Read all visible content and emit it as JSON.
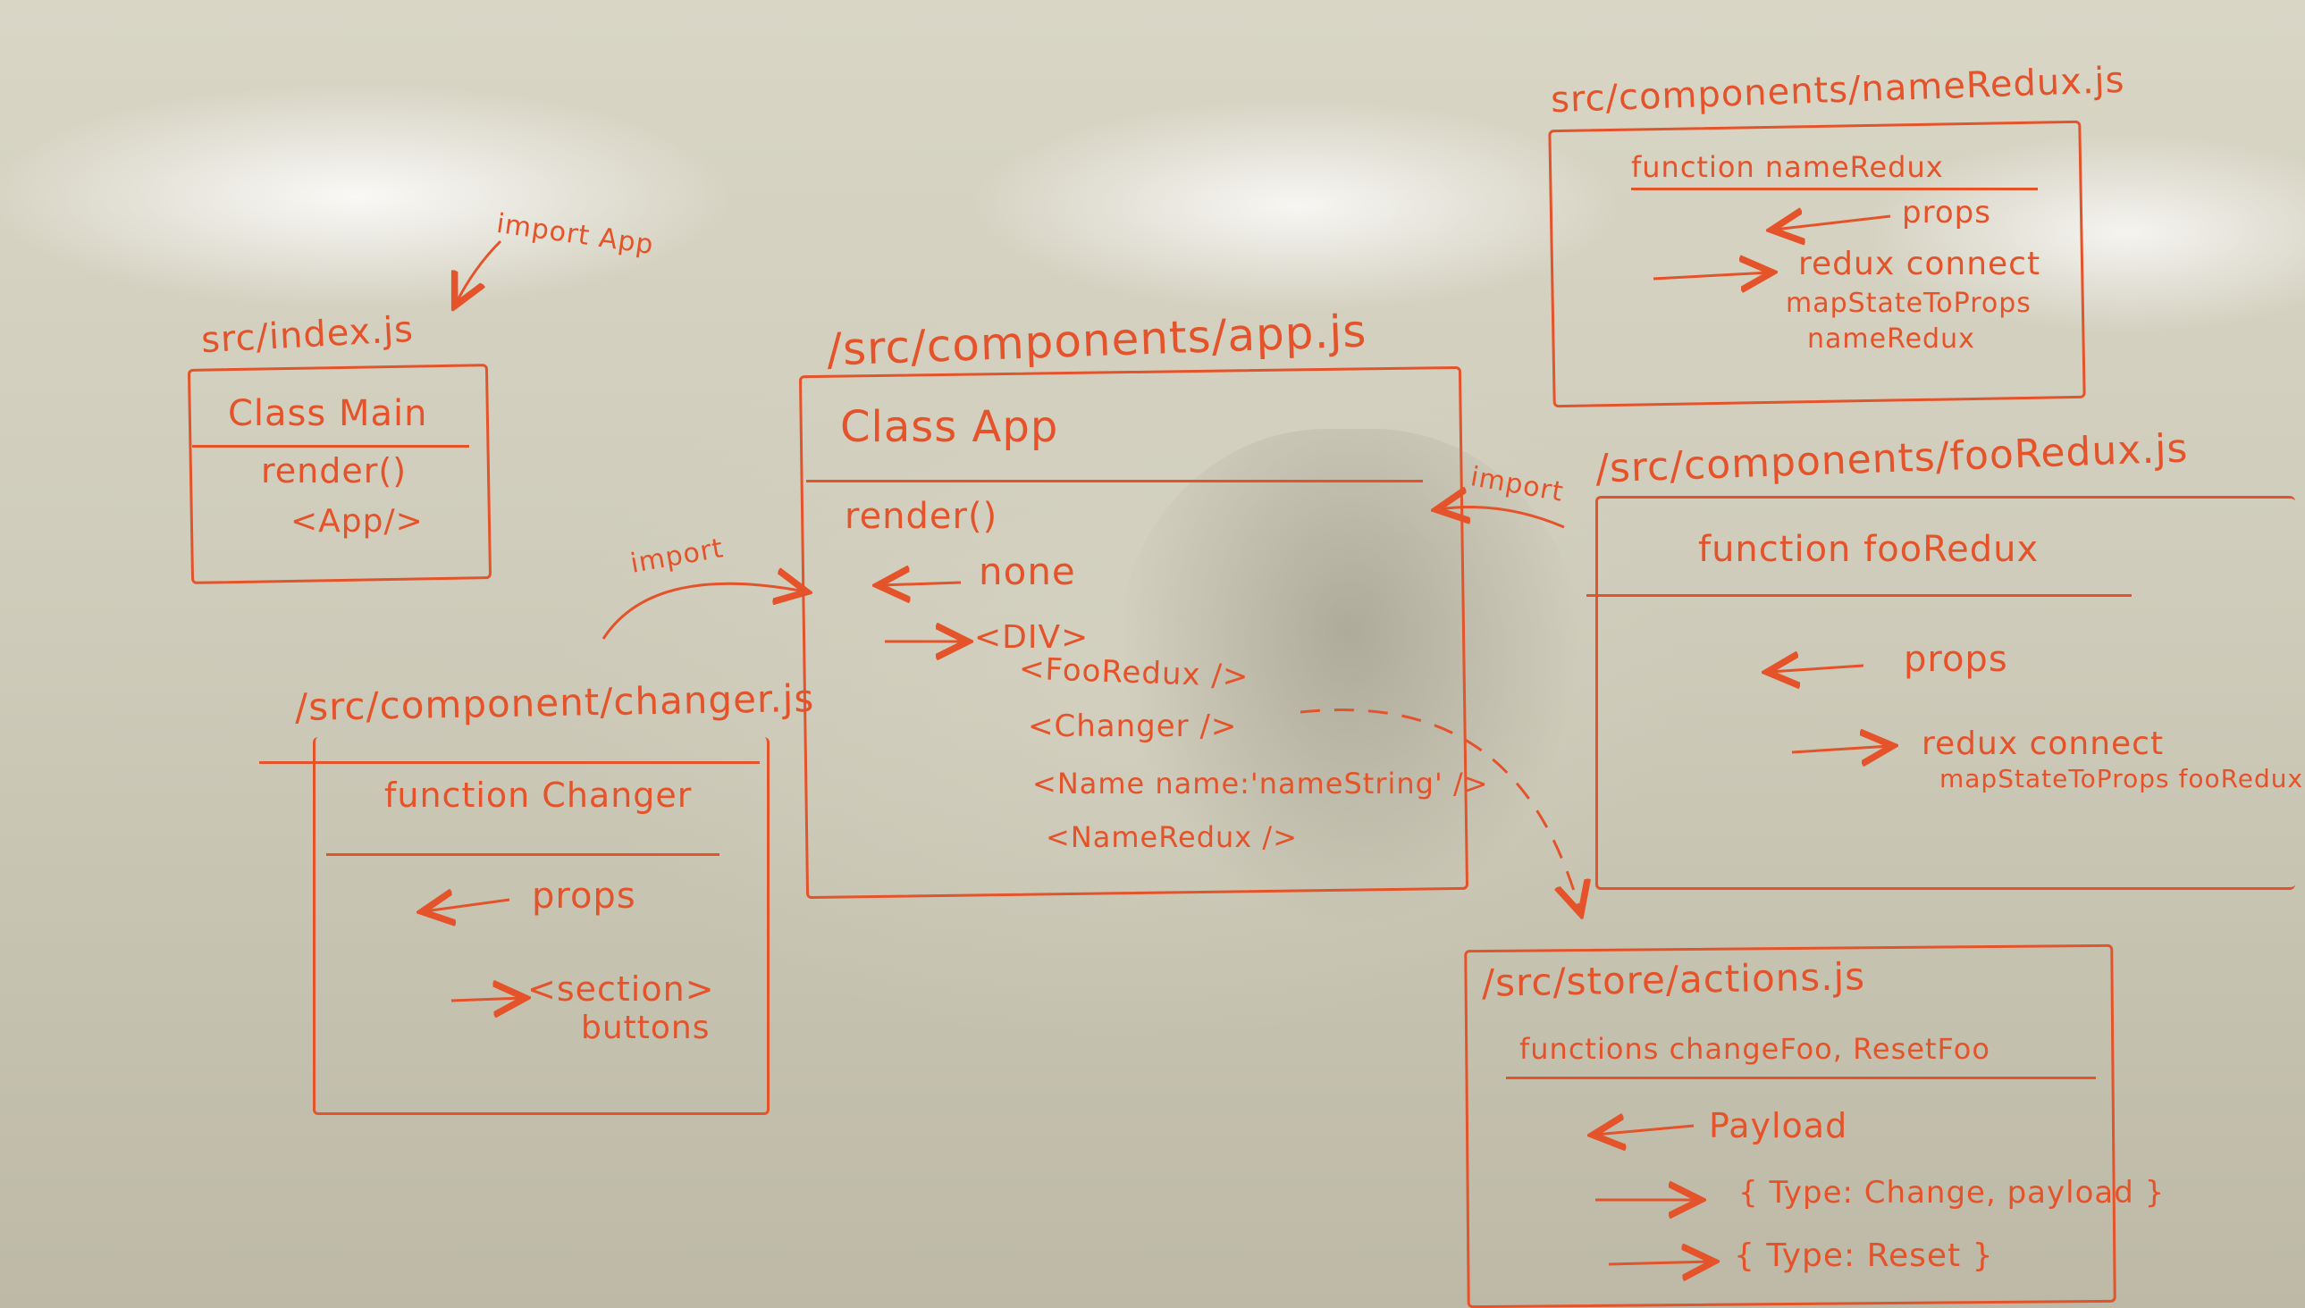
{
  "ink_color": "#e4532a",
  "index_file": {
    "path": "src/index.js",
    "class": "Class Main",
    "body": [
      "render()",
      "<App/>"
    ]
  },
  "import_app_label": "import App",
  "import_label_left": "import",
  "import_label_right": "import",
  "app_file": {
    "path": "/src/components/app.js",
    "class": "Class App",
    "render": "render()",
    "in": "none",
    "out": "<DIV>",
    "children": [
      "<FooRedux />",
      "<Changer />",
      "<Name name:'nameString' />",
      "<NameRedux />"
    ]
  },
  "changer_file": {
    "path": "/src/component/changer.js",
    "function": "function Changer",
    "in": "props",
    "out": [
      "<section>",
      "buttons"
    ]
  },
  "name_redux_file": {
    "path": "src/components/nameRedux.js",
    "function": "function nameRedux",
    "in": "props",
    "out": [
      "redux connect",
      "mapStateToProps",
      "nameRedux"
    ]
  },
  "foo_redux_file": {
    "path": "/src/components/fooRedux.js",
    "function": "function fooRedux",
    "in": "props",
    "out": [
      "redux connect",
      "mapStateToProps fooRedux"
    ]
  },
  "actions_file": {
    "path": "/src/store/actions.js",
    "functions": "functions changeFoo, ResetFoo",
    "in": "Payload",
    "out": [
      "{ Type: Change, payload }",
      "{ Type: Reset }"
    ]
  }
}
